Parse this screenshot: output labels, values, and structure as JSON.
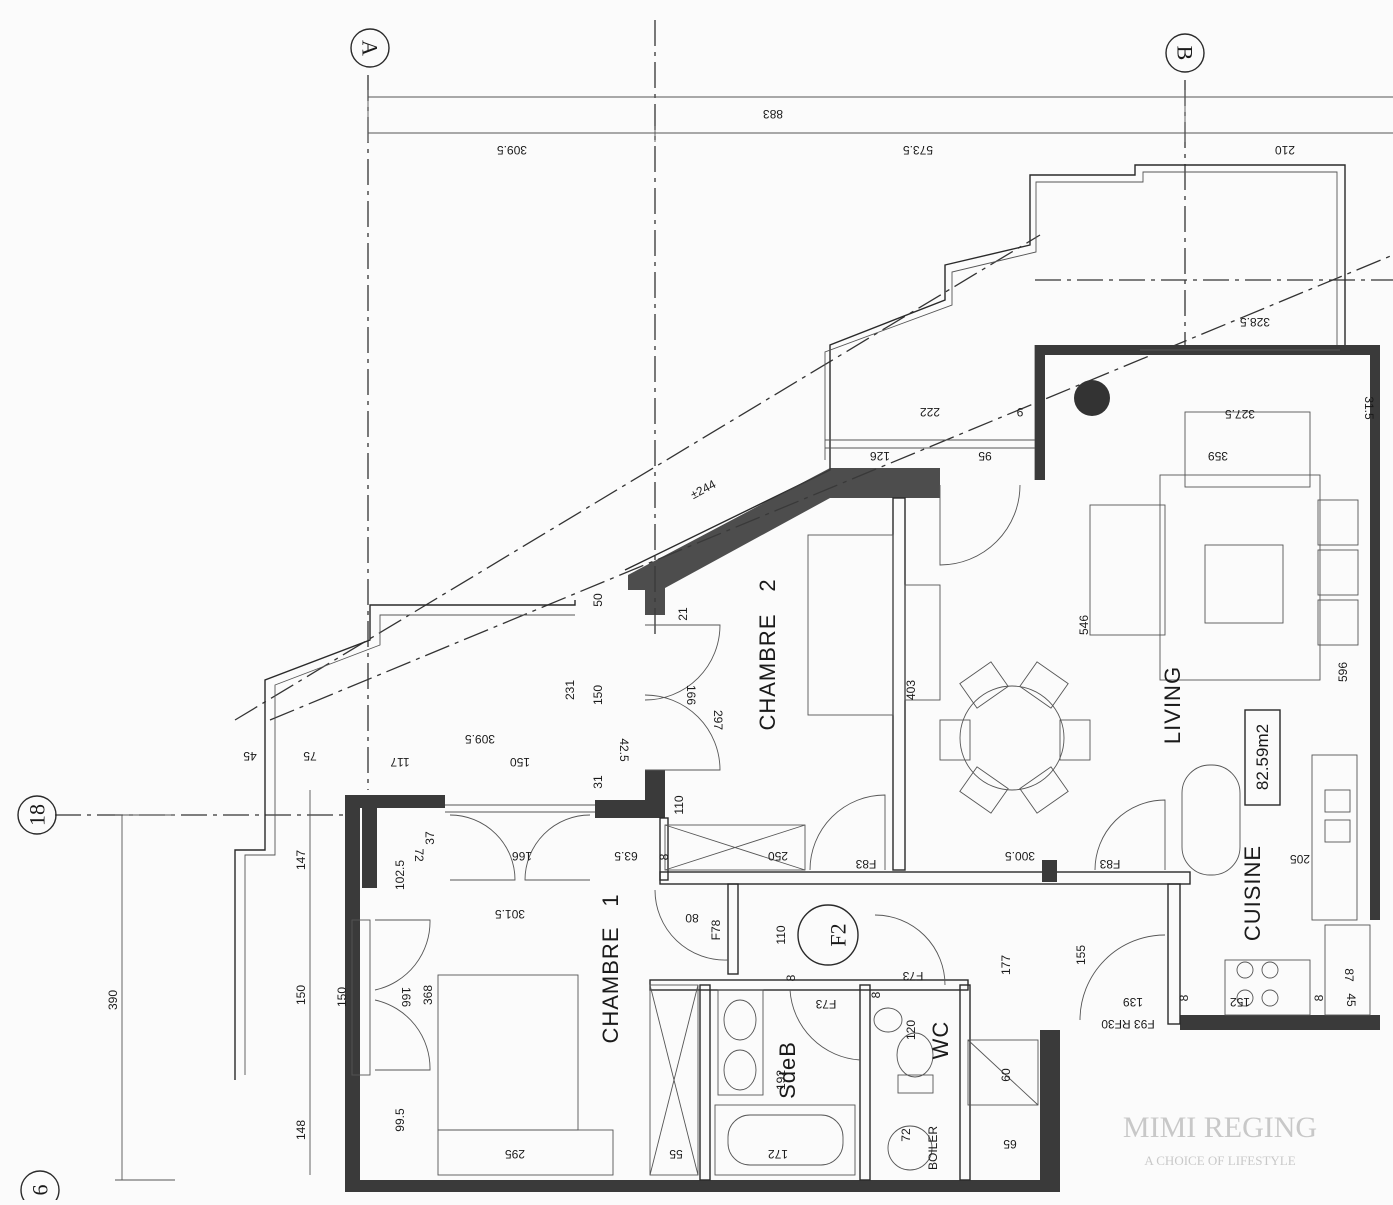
{
  "grid": {
    "A": "A",
    "B": "B",
    "r18": "18",
    "r6": "6"
  },
  "dims_top": {
    "overall": "883",
    "left": "309.5",
    "mid": "573.5",
    "right": "210"
  },
  "dims_left": {
    "total": "390",
    "upper": "147",
    "mid": "150",
    "lower": "148"
  },
  "rooms": {
    "ch2_a": "CHAMBRE",
    "ch2_b": "2",
    "ch1_a": "CHAMBRE",
    "ch1_b": "1",
    "living": "LIVING",
    "cuisine": "CUISINE",
    "sdeb": "SdeB",
    "wc": "WC",
    "boiler": "BOILER",
    "area": "82.59m2",
    "unit": "F2"
  },
  "dims": {
    "d328": "328.5",
    "d327": "327.5",
    "d359": "359",
    "d222": "222",
    "d9": "9",
    "d126": "126",
    "d95": "95",
    "d315": "31.5",
    "d244": "±244",
    "d50": "50",
    "d231": "231",
    "d150a": "150",
    "d166a": "166",
    "d297": "297",
    "d425": "42.5",
    "d31": "31",
    "d3095b": "309.5",
    "d150b": "150",
    "d117": "117",
    "d75": "75",
    "d45": "45",
    "d37": "37",
    "d72": "72",
    "d166b": "166",
    "d635": "63.5",
    "d1025": "102.5",
    "d3015": "301.5",
    "d8a": "8",
    "d250": "250",
    "d110a": "110",
    "dF83a": "F83",
    "d3005": "300.5",
    "dF83b": "F83",
    "d403": "403",
    "d546": "546",
    "d596": "596",
    "d205": "205",
    "d21": "21",
    "d80": "80",
    "dF78": "F78",
    "d110b": "110",
    "dF73a": "F73",
    "dF73b": "F73",
    "d177": "177",
    "d155": "155",
    "d139": "139",
    "dF93": "F93 RF30",
    "d152": "152",
    "d87": "87",
    "d45b": "45",
    "d150c": "150",
    "d166c": "166",
    "d368": "368",
    "d995": "99.5",
    "d295": "295",
    "d55": "55",
    "d172": "172",
    "d192": "192",
    "d120": "120",
    "d60": "60",
    "d72b": "72",
    "d65": "65",
    "d8b": "8",
    "d8c": "8",
    "d8d": "8",
    "d8e": "8"
  },
  "watermark": {
    "line1": "MIMI REGING",
    "line2": "A CHOICE OF LIFESTYLE"
  }
}
